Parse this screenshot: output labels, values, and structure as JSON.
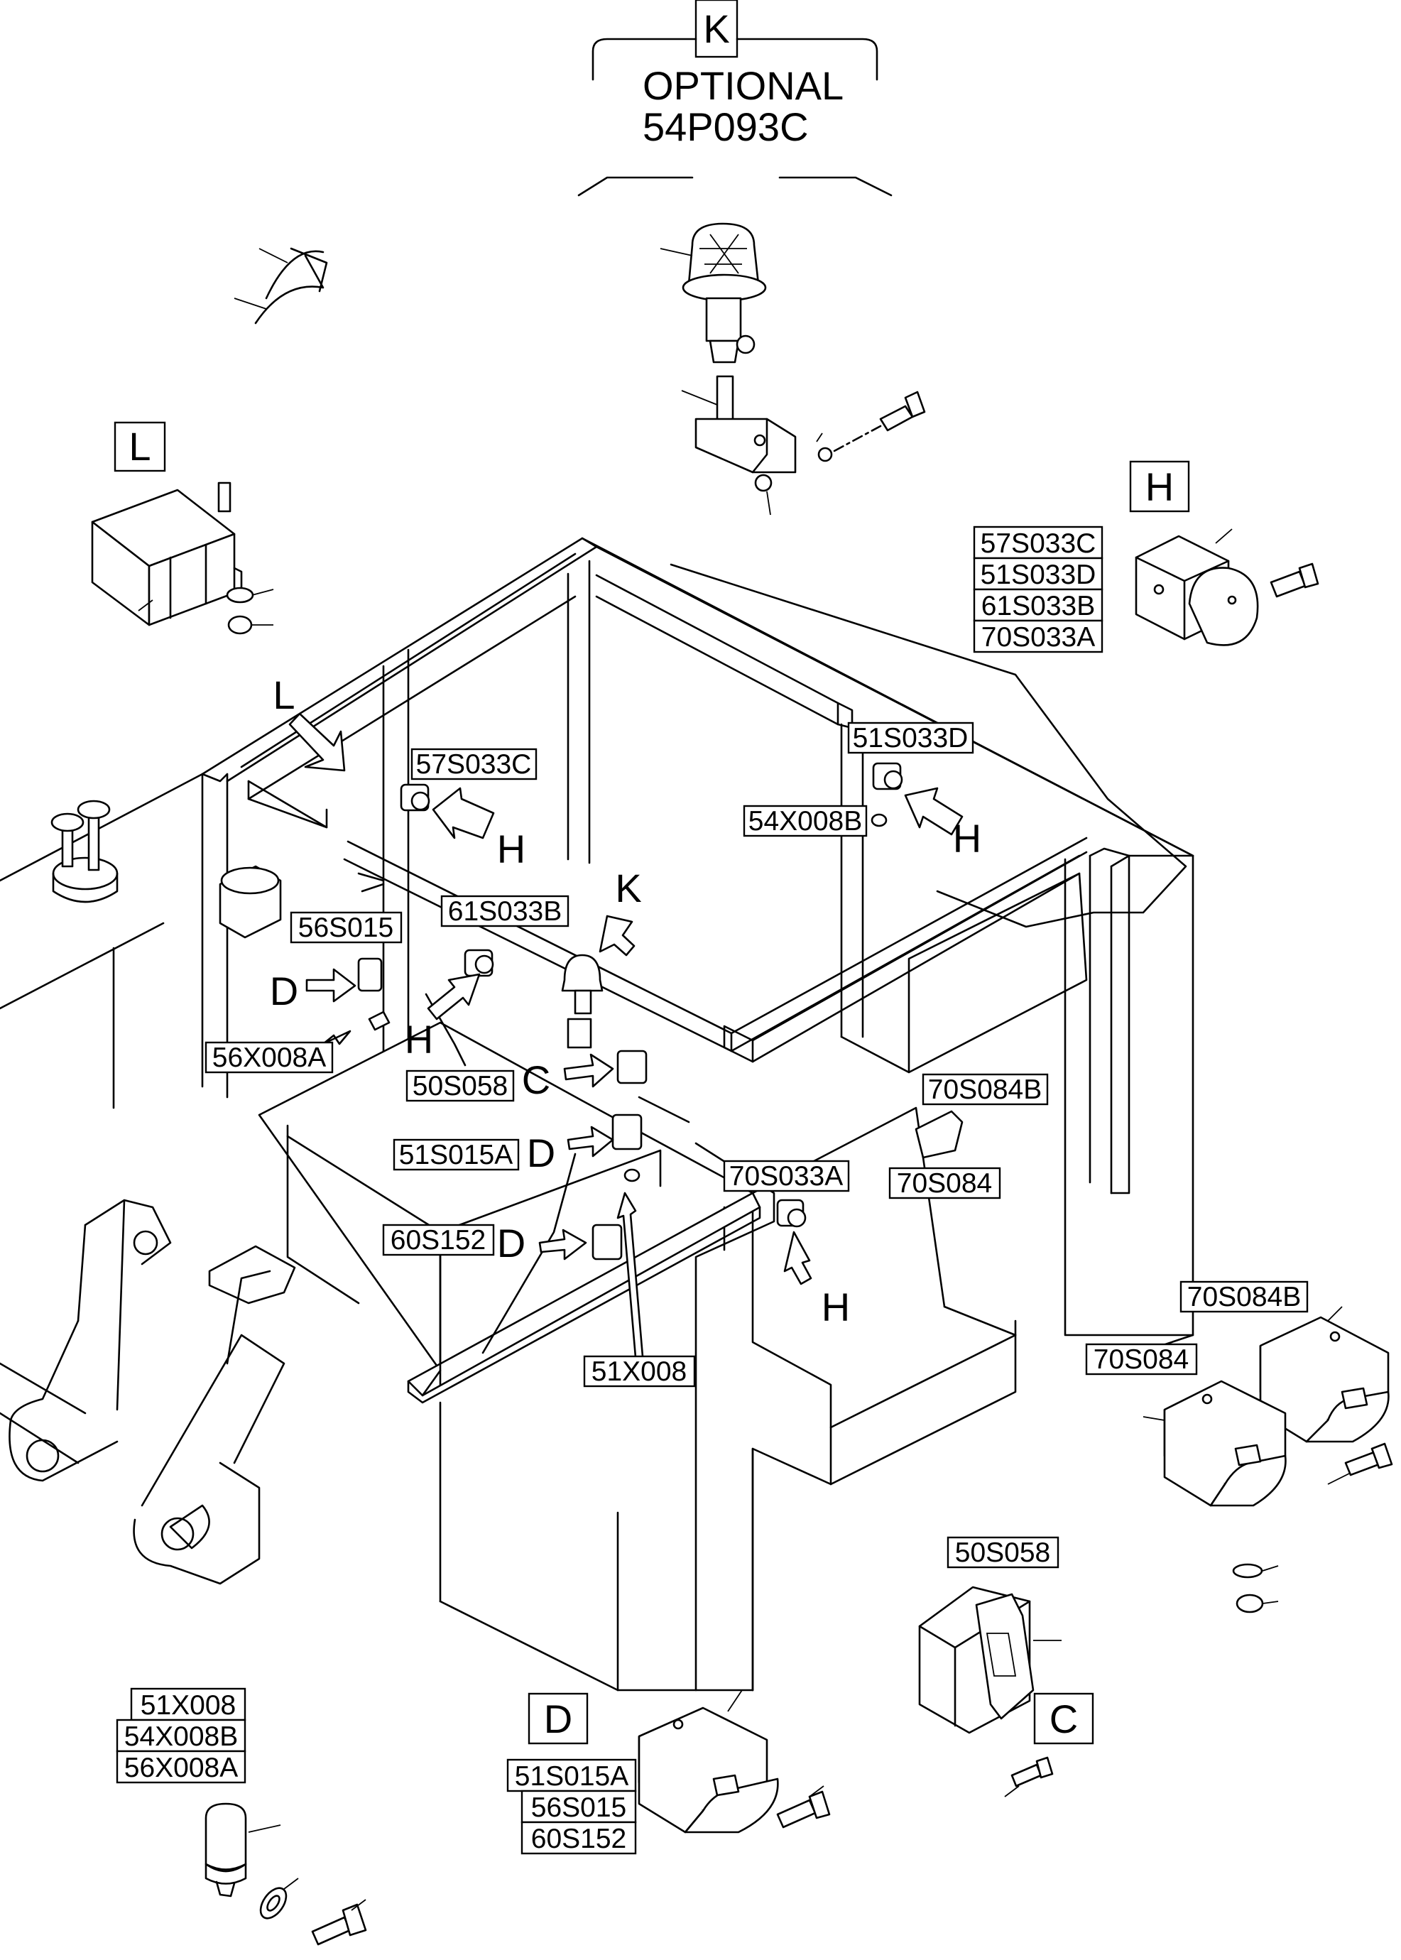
{
  "header": {
    "view_letter": "K",
    "optional_label": "OPTIONAL",
    "optional_part": "54P093C"
  },
  "view_letters": {
    "l": "L",
    "h": "H",
    "d": "D",
    "c": "C"
  },
  "detail_h_parts": [
    "57S033C",
    "51S033D",
    "61S033B",
    "70S033A"
  ],
  "detail_d_parts": [
    "51S015A",
    "56S015",
    "60S152"
  ],
  "detail_x_parts": [
    "51X008",
    "54X008B",
    "56X008A"
  ],
  "detail_70_parts": [
    "70S084B",
    "70S084"
  ],
  "detail_c_part": "50S058",
  "callouts": {
    "p57S033C": "57S033C",
    "p51S033D": "51S033D",
    "p54X008B": "54X008B",
    "p56S015": "56S015",
    "p61S033B": "61S033B",
    "p56X008A": "56X008A",
    "p50S058": "50S058",
    "p51S015A": "51S015A",
    "p60S152": "60S152",
    "p70S084B": "70S084B",
    "p70S084": "70S084",
    "p70S033A": "70S033A",
    "p51X008": "51X008"
  },
  "arrow_letters": {
    "l": "L",
    "h1": "H",
    "h2": "H",
    "k": "K",
    "d1": "D",
    "h3": "H",
    "c": "C",
    "d2": "D",
    "d3": "D",
    "h4": "H"
  }
}
